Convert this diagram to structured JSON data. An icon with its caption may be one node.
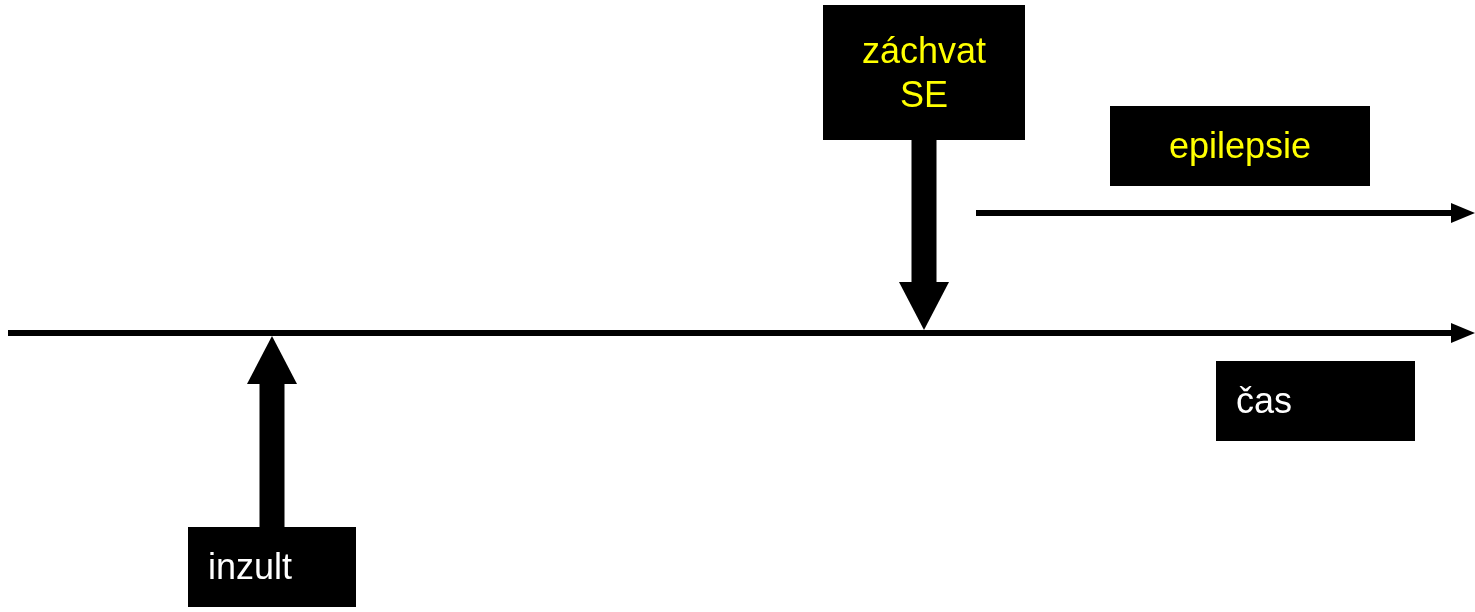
{
  "diagram": {
    "nodes": [
      {
        "text": [
          "záchvat SE"
        ]
      },
      {
        "text": [
          "epilepsie"
        ]
      },
      {
        "text": [
          "čas"
        ]
      },
      {
        "text": [
          "inzult"
        ]
      },
      {
        "text": [],
        "shape": "arrow"
      }
    ],
    "edges": [
      {
        "from": 0,
        "to": 4,
        "arrow": "to"
      },
      {
        "from": 3,
        "to": 4,
        "arrow": "to"
      }
    ]
  }
}
